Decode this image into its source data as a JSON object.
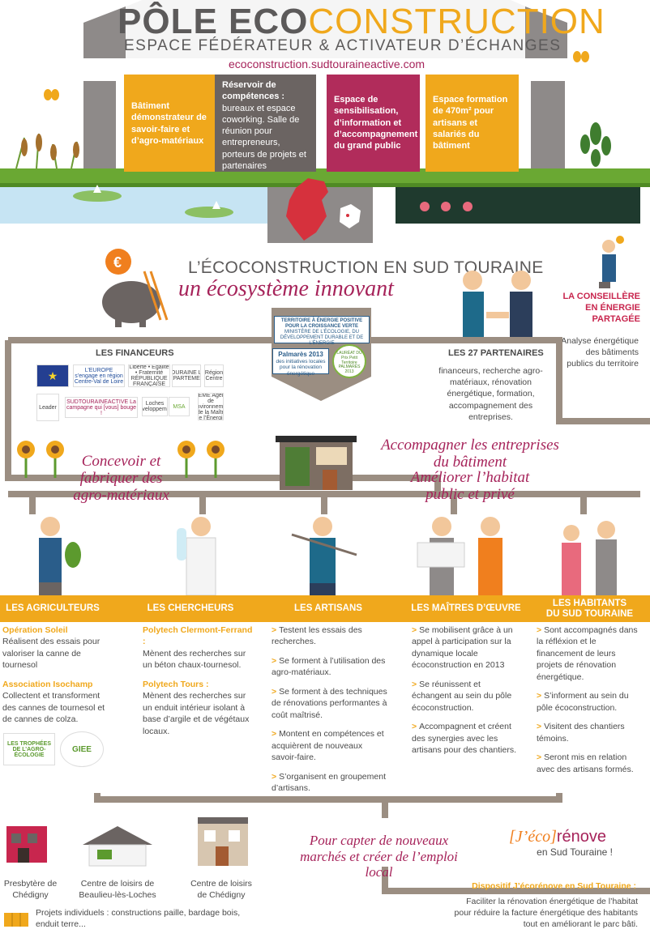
{
  "header": {
    "title_eco": "PÔLE ECO",
    "title_construction": "CONSTRUCTION",
    "subtitle": "ESPACE FÉDÉRATEUR & ACTIVATEUR D’ÉCHANGES",
    "url": "ecoconstruction.sudtouraineactive.com"
  },
  "cards": [
    {
      "title": "Bâtiment démonstrateur de savoir-faire et d’agro-matériaux",
      "body": "",
      "color": "#f0a81c"
    },
    {
      "title": "Réservoir de compétences :",
      "body": "bureaux et espace coworking. Salle de réunion pour entrepreneurs, porteurs de projets et partenaires",
      "color": "#6b6462"
    },
    {
      "title": "Espace de sensibilisation, d’information et d’accompagnement du grand public",
      "body": "",
      "color": "#b12c5b"
    },
    {
      "title": "Espace formation de 470m² pour artisans et salariés du bâtiment",
      "body": "",
      "color": "#f0a81c"
    }
  ],
  "ecosystem": {
    "heading": "L’ÉCOCONSTRUCTION EN SUD TOURAINE",
    "subheading": "un écosystème innovant"
  },
  "badges": {
    "tepcv_title": "TERRITOIRE À ÉNERGIE POSITIVE POUR LA CROISSANCE VERTE",
    "tepcv_sub": "MINISTÈRE DE L’ÉCOLOGIE, DU DÉVELOPPEMENT DURABLE ET DE L’ÉNERGIE",
    "palmares_title": "Palmarès 2013",
    "palmares_sub": "des initiatives locales pour la rénovation énergétique",
    "laureat": "LAURÉAT DU Prix Petit Territoire PALMARÈS 2013"
  },
  "conseillere": {
    "title": "LA CONSEILLÈRE EN ÉNERGIE PARTAGÉE",
    "text": "Analyse énergétique des bâtiments publics du territoire"
  },
  "financeurs": {
    "label": "LES FINANCEURS",
    "logos": [
      "Union européenne",
      "L’EUROPE s’engage en région Centre-Val de Loire",
      "Liberté • Égalité • Fraternité RÉPUBLIQUE FRANÇAISE",
      "TOURAINE LE DÉPARTEMENT",
      "Région Centre",
      "Leader",
      "SUDTOURAINEACTIVE La campagne qui [vous] bouge !",
      "Loches Développement",
      "MSA",
      "ADEME Agence de l’Environnement et de la Maîtrise de l’Énergie"
    ]
  },
  "partenaires": {
    "label": "LES 27 PARTENAIRES",
    "text": "financeurs, recherche agro-matériaux, rénovation énergétique, formation, accompagnement des entreprises."
  },
  "missions": {
    "left": "Concevoir et fabriquer des agro-matériaux",
    "right_1": "Accompagner les entreprises du bâtiment",
    "right_2": "Améliorer l’habitat public et privé"
  },
  "band": {
    "agriculteurs": "LES AGRICULTEURS",
    "chercheurs": "LES CHERCHEURS",
    "artisans": "LES ARTISANS",
    "maitres": "LES MAÎTRES D’ŒUVRE",
    "habitants_1": "LES HABITANTS",
    "habitants_2": "DU SUD TOURAINE"
  },
  "agriculteurs": {
    "h1": "Opération Soleil",
    "t1": "Réalisent des essais pour valoriser la canne de tournesol",
    "h2": "Association Isochamp",
    "t2": "Collectent et transforment des cannes de tournesol et de cannes de colza.",
    "logo1": "LES TROPHÉES DE L’AGRO-ÉCOLOGIE",
    "logo2": "GIEE"
  },
  "chercheurs": {
    "h1": "Polytech Clermont-Ferrand :",
    "t1": "Mènent des recherches sur un béton chaux-tournesol.",
    "h2": "Polytech Tours :",
    "t2": "Mènent des recherches sur un enduit intérieur isolant à base d’argile et de végétaux locaux."
  },
  "artisans": [
    "Testent les essais des recherches.",
    "Se forment à l’utilisation des agro-matériaux.",
    "Se forment à des techniques de rénovations performantes à coût maîtrisé.",
    "Montent en compétences et acquièrent de nouveaux savoir-faire.",
    "S’organisent en groupement d’artisans."
  ],
  "maitres": [
    "Se mobilisent grâce à un appel à participation sur la dynamique locale écoconstruction en 2013",
    "Se réunissent et échangent au sein du pôle écoconstruction.",
    "Accompagnent et créent des synergies avec les artisans pour des chantiers."
  ],
  "habitants": [
    "Sont accompagnés dans la réfléxion et le financement de leurs projets de rénovation énergétique.",
    "S’informent au sein du pôle écoconstruction.",
    "Visitent des chantiers témoins.",
    "Seront mis en relation avec des artisans formés."
  ],
  "bottom": {
    "house1": "Presbytère de Chédigny",
    "house2": "Centre de loisirs de Beaulieu-lès-Loches",
    "house3": "Centre de loisirs de Chédigny",
    "projets": "Projets individuels : constructions paille, bardage bois, enduit terre...",
    "capter": "Pour capter de nouveaux marchés et créer de l’emploi local",
    "jeco_logo_1": "[J’éco]",
    "jeco_logo_2": "rénove",
    "jeco_logo_3": "en Sud Touraine !",
    "jeco_title": "Dispositif J’écorénove en Sud Touraine :",
    "jeco_text": "Faciliter la rénovation énergétique de l’habitat pour réduire la facture énergétique des habitants tout en améliorant le parc bâti."
  },
  "colors": {
    "orange": "#f0a81c",
    "raspberry": "#a6235a",
    "grey": "#6b6462",
    "taupe": "#9b8e82",
    "green": "#5c9a2e",
    "water": "#c6e4f3"
  }
}
